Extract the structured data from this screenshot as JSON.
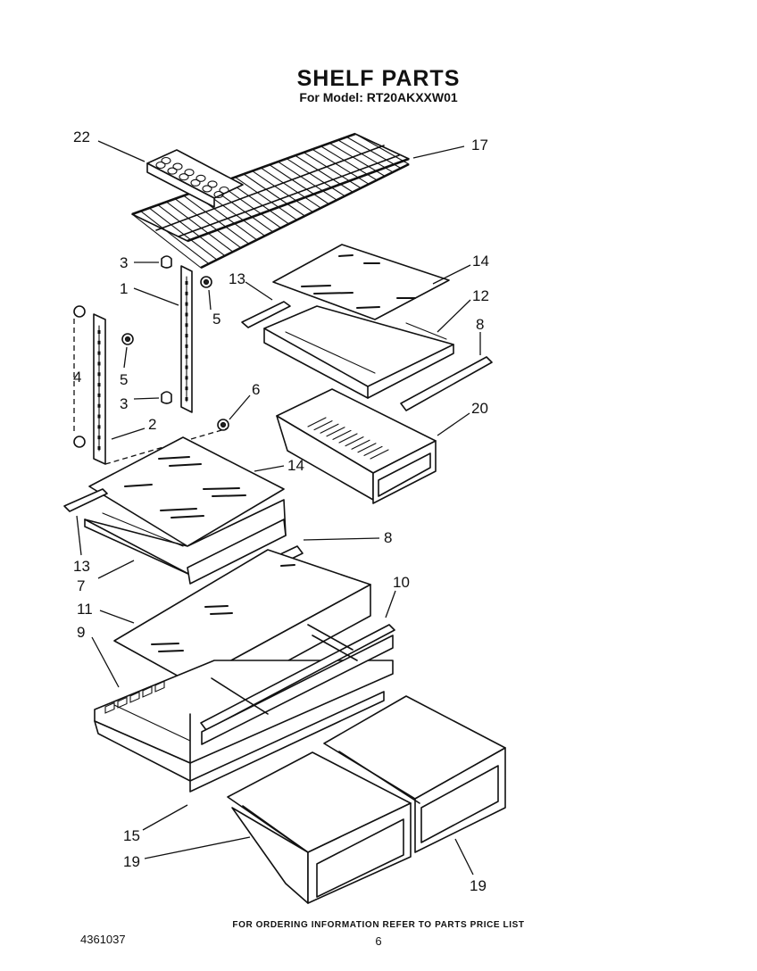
{
  "header": {
    "title": "SHELF PARTS",
    "model_line": "For Model: RT20AKXXW01"
  },
  "footer": {
    "ordering_note": "FOR ORDERING INFORMATION REFER TO PARTS PRICE LIST",
    "document_number": "4361037",
    "page_number": "6"
  },
  "callouts": {
    "c22": "22",
    "c17": "17",
    "c3a": "3",
    "c1": "1",
    "c5a": "5",
    "c13a": "13",
    "c14a": "14",
    "c12": "12",
    "c5b": "5",
    "c8a": "8",
    "c4": "4",
    "c3b": "3",
    "c6": "6",
    "c20": "20",
    "c2": "2",
    "c14b": "14",
    "c13b": "13",
    "c7": "7",
    "c8b": "8",
    "c10": "10",
    "c11": "11",
    "c9": "9",
    "c15": "15",
    "c19a": "19",
    "c19b": "19"
  }
}
